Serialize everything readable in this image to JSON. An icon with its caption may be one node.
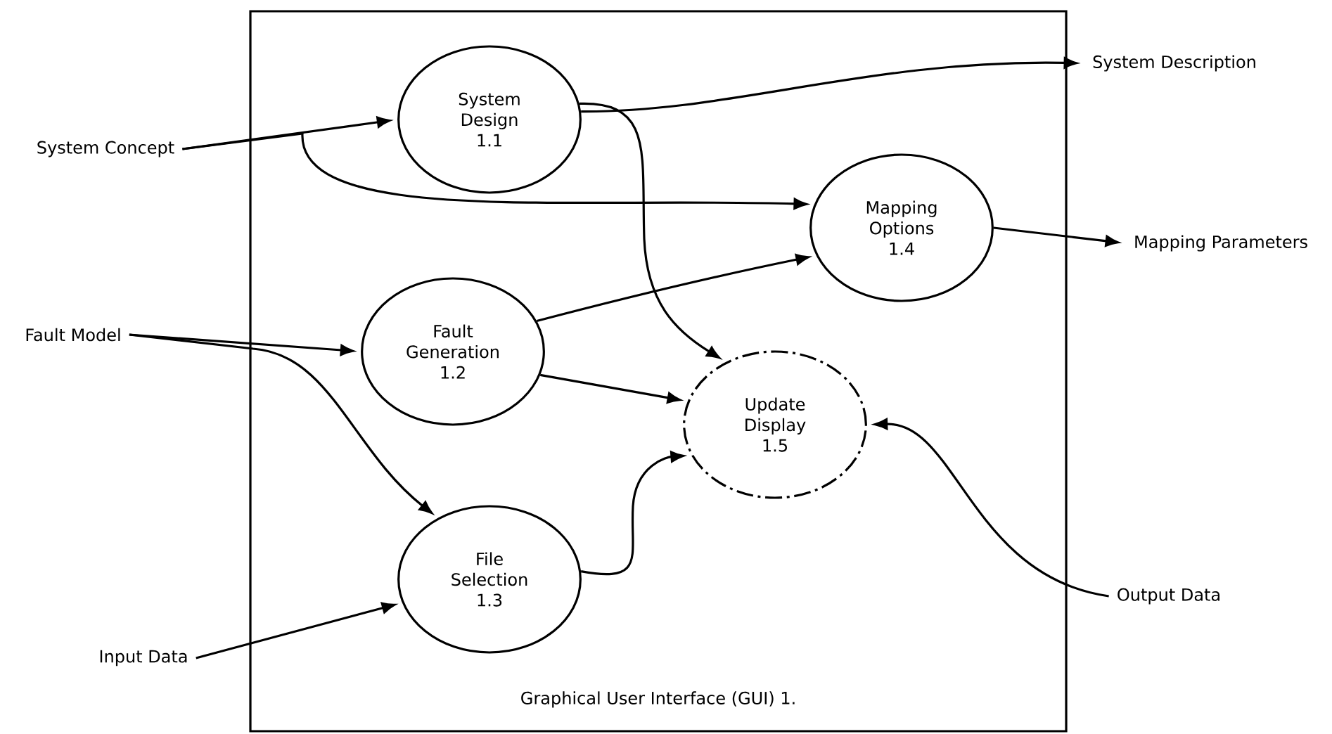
{
  "diagram": {
    "nodes": [
      {
        "text": [
          "Graphical User Interface (GUI) 1."
        ]
      },
      {
        "text": [
          "System Design",
          "1.1"
        ],
        "in": 0
      },
      {
        "text": [
          "Mapping Options",
          "1.4"
        ],
        "in": 0
      },
      {
        "text": [
          "Fault Generation",
          "1.2"
        ],
        "in": 0
      },
      {
        "text": [
          "Update Display",
          "1.5"
        ],
        "in": 0
      },
      {
        "text": [
          "File Selection",
          "1.3"
        ],
        "in": 0
      },
      {
        "text": [
          "System Concept"
        ]
      },
      {
        "text": [
          "Fault Model"
        ]
      },
      {
        "text": [
          "Input Data"
        ]
      },
      {
        "text": [
          "Output Data"
        ]
      },
      {
        "text": [
          "System Description"
        ]
      },
      {
        "text": [
          "Mapping Parameters"
        ]
      }
    ],
    "edges": [
      {
        "from": 6,
        "to": 1,
        "arrow": "to"
      },
      {
        "from": 6,
        "to": 2,
        "arrow": "to"
      },
      {
        "from": 1,
        "to": 10,
        "arrow": "to"
      },
      {
        "from": 1,
        "to": 4,
        "arrow": "to"
      },
      {
        "from": 7,
        "to": 3,
        "arrow": "to"
      },
      {
        "from": 7,
        "to": 5,
        "arrow": "to"
      },
      {
        "from": 3,
        "to": 2,
        "arrow": "to"
      },
      {
        "from": 3,
        "to": 4,
        "arrow": "to"
      },
      {
        "from": 5,
        "to": 4,
        "arrow": "to"
      },
      {
        "from": 8,
        "to": 5,
        "arrow": "to"
      },
      {
        "from": 9,
        "to": 4,
        "arrow": "to"
      },
      {
        "from": 2,
        "to": 11,
        "arrow": "to"
      }
    ]
  }
}
